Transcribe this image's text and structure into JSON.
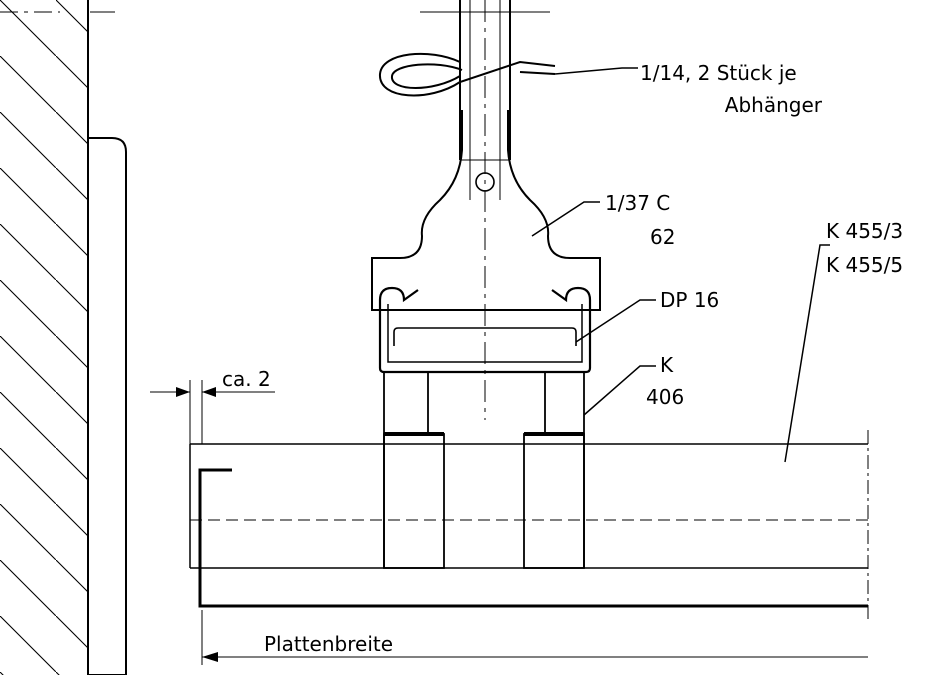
{
  "labels": {
    "clip_line1": "1/14, 2 Stück je",
    "clip_line2": "Abhänger",
    "hanger_line1": "1/37 C",
    "hanger_line2": "62",
    "profile_line1": "K 455/3",
    "profile_line2": "K 455/5",
    "channel": "DP 16",
    "carrier_line1": "K",
    "carrier_line2": "406",
    "gap": "ca. 2",
    "panel_width": "Plattenbreite"
  },
  "colors": {
    "line": "#000000",
    "background": "#ffffff"
  }
}
